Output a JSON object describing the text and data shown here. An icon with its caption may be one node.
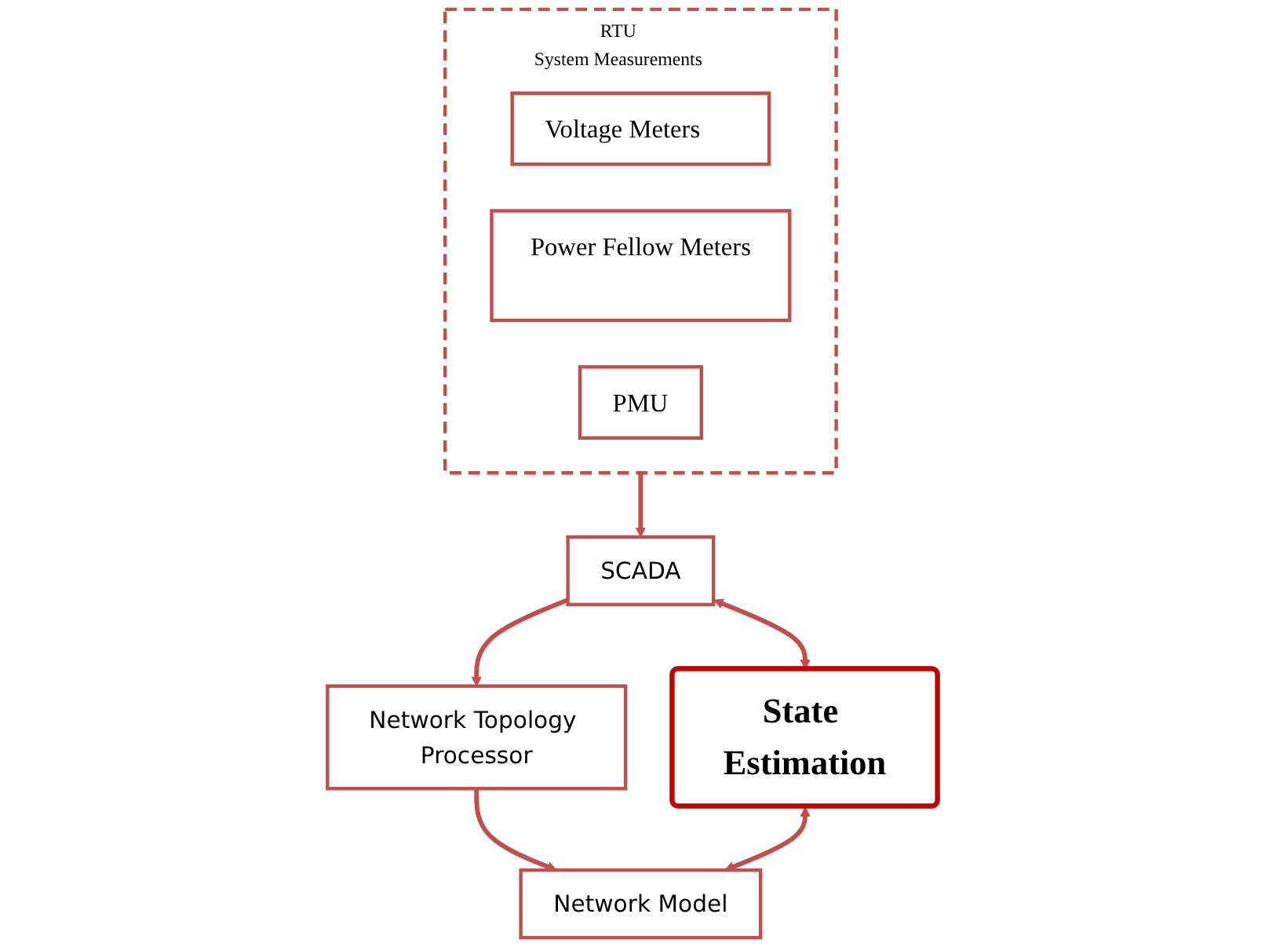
{
  "diagram": {
    "nodes": [
      {
        "text": [
          "RTU",
          "System Measurements"
        ]
      },
      {
        "text": [
          "Voltage Meters"
        ],
        "in": 0
      },
      {
        "text": [
          "Power Fellow Meters"
        ],
        "in": 0
      },
      {
        "text": [
          "PMU"
        ],
        "in": 0
      },
      {
        "text": [
          "SCADA"
        ]
      },
      {
        "text": [
          "Network Topology Processor"
        ]
      },
      {
        "text": [
          "State Estimation"
        ]
      },
      {
        "text": [
          "Network Model"
        ]
      }
    ],
    "edges": [
      {
        "from": 0,
        "to": 4,
        "arrow": "to"
      },
      {
        "from": 4,
        "to": 5,
        "arrow": "to"
      },
      {
        "from": 4,
        "to": 6,
        "arrow": "both"
      },
      {
        "from": 5,
        "to": 7,
        "arrow": "to"
      },
      {
        "from": 6,
        "to": 7,
        "arrow": "both"
      }
    ]
  }
}
